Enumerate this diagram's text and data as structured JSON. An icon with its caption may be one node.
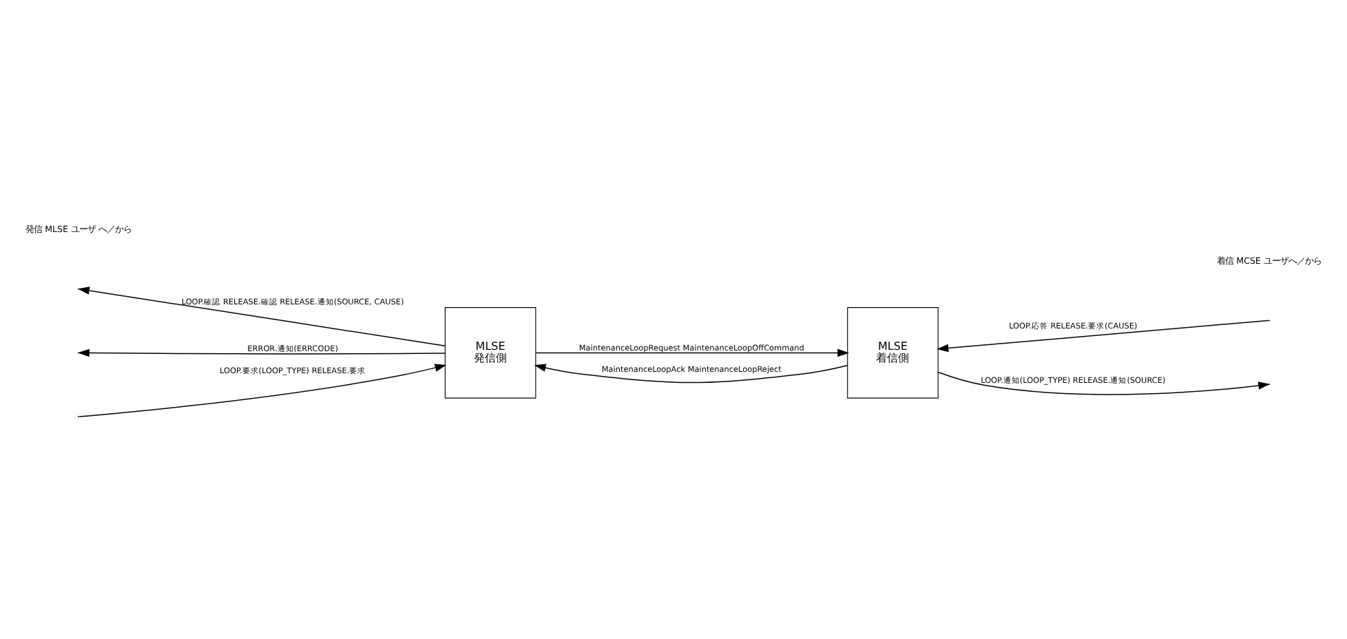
{
  "diagram": {
    "nodes": [
      {
        "text": [
          "MLSE",
          "発信側"
        ]
      },
      {
        "text": [
          "MLSE",
          "着信側"
        ]
      }
    ],
    "edges": [
      {
        "from": 0,
        "to": null,
        "arrow": "to",
        "label": "LOOP.確認 RELEASE.確認 RELEASE.通知(SOURCE, CAUSE)"
      },
      {
        "from": null,
        "to": 0,
        "arrow": "to",
        "label": "LOOP.要求(LOOP_TYPE) RELEASE.要求"
      },
      {
        "from": 0,
        "to": null,
        "arrow": "to",
        "label": "ERROR.通知(ERRCODE)"
      },
      {
        "from": 0,
        "to": 1,
        "arrow": "to",
        "label": "MaintenanceLoopRequest MaintenanceLoopOffCommand"
      },
      {
        "from": 1,
        "to": 0,
        "arrow": "to",
        "label": "MaintenanceLoopAck MaintenanceLoopReject"
      },
      {
        "from": 1,
        "to": null,
        "arrow": "to",
        "label": "LOOP.通知(LOOP_TYPE) RELEASE.通知(SOURCE)"
      },
      {
        "from": null,
        "to": 1,
        "arrow": "to",
        "label": "LOOP.応答 RELEASE.要求(CAUSE)"
      }
    ],
    "labels": [
      "発信 MLSE ユーザ へ／から",
      "着信 MCSE ユーザへ／から"
    ]
  }
}
